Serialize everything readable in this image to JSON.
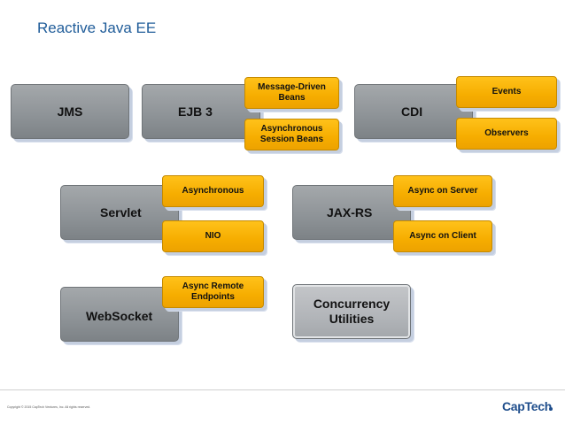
{
  "slide": {
    "title": "Reactive Java EE",
    "copyright": "Copyright © 2015 CapTech Ventures, Inc. All rights reserved.",
    "logo": "CapTech"
  },
  "groups": {
    "jms": {
      "label": "JMS"
    },
    "ejb": {
      "label": "EJB 3",
      "items": [
        "Message-Driven\nBeans",
        "Asynchronous\nSession Beans"
      ]
    },
    "cdi": {
      "label": "CDI",
      "items": [
        "Events",
        "Observers"
      ]
    },
    "servlet": {
      "label": "Servlet",
      "items": [
        "Asynchronous",
        "NIO"
      ]
    },
    "jaxrs": {
      "label": "JAX-RS",
      "items": [
        "Async on Server",
        "Async on Client"
      ]
    },
    "websocket": {
      "label": "WebSocket",
      "items": [
        "Async Remote\nEndpoints"
      ]
    },
    "concurrency": {
      "label": "Concurrency\nUtilities"
    }
  },
  "colors": {
    "title": "#1f5c99",
    "gray_box": "#8f9498",
    "orange_box": "#f6ad00",
    "logo": "#1f4e8c"
  }
}
